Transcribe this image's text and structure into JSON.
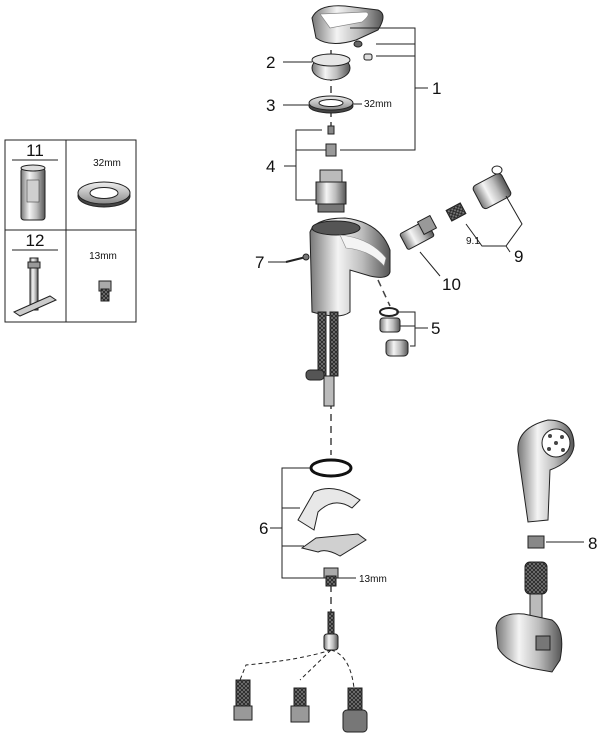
{
  "callouts": {
    "c1": "1",
    "c2": "2",
    "c3": "3",
    "c4": "4",
    "c5": "5",
    "c6": "6",
    "c7": "7",
    "c8": "8",
    "c9": "9",
    "c9_1": "9.1",
    "c10": "10"
  },
  "dimensions": {
    "spanner_32": "32mm",
    "spanner_13": "13mm",
    "ring_32": "32mm",
    "nut_13": "13mm"
  },
  "tool_panel": {
    "tool_11": "11",
    "tool_12": "12"
  }
}
